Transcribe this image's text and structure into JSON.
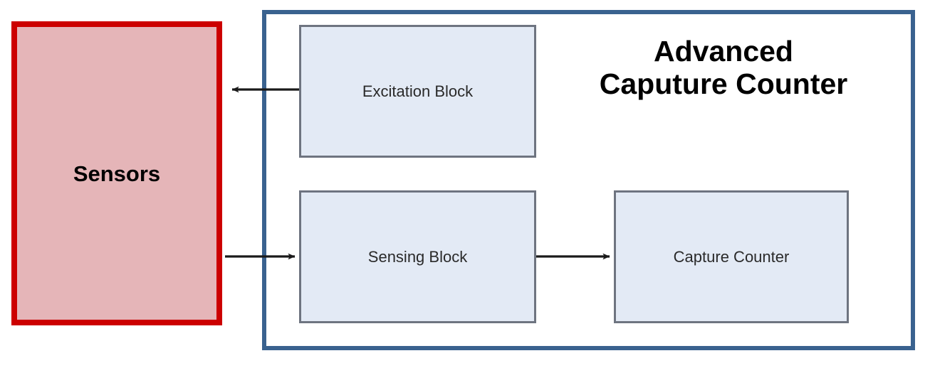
{
  "diagram": {
    "title_lines": [
      "Advanced",
      "Caputure Counter"
    ],
    "sensors": {
      "label": "Sensors",
      "fill_color": "#e5b5b8",
      "border_color": "#cc0000"
    },
    "container": {
      "border_color": "#3a628f",
      "name": "Advanced Caputure Counter"
    },
    "blocks": [
      {
        "id": "excitation",
        "label": "Excitation Block",
        "fill_color": "#e3eaf5",
        "border_color": "#6e7480"
      },
      {
        "id": "sensing",
        "label": "Sensing Block",
        "fill_color": "#e3eaf5",
        "border_color": "#6e7480"
      },
      {
        "id": "capture",
        "label": "Capture Counter",
        "fill_color": "#e3eaf5",
        "border_color": "#6e7480"
      }
    ],
    "connectors": [
      {
        "id": "excitation-to-sensors",
        "from": "excitation",
        "to": "sensors",
        "direction": "left",
        "color": "#1a1a1a"
      },
      {
        "id": "sensors-to-sensing",
        "from": "sensors",
        "to": "sensing",
        "direction": "right",
        "color": "#1a1a1a"
      },
      {
        "id": "sensing-to-capture",
        "from": "sensing",
        "to": "capture",
        "direction": "right",
        "color": "#1a1a1a"
      }
    ]
  }
}
